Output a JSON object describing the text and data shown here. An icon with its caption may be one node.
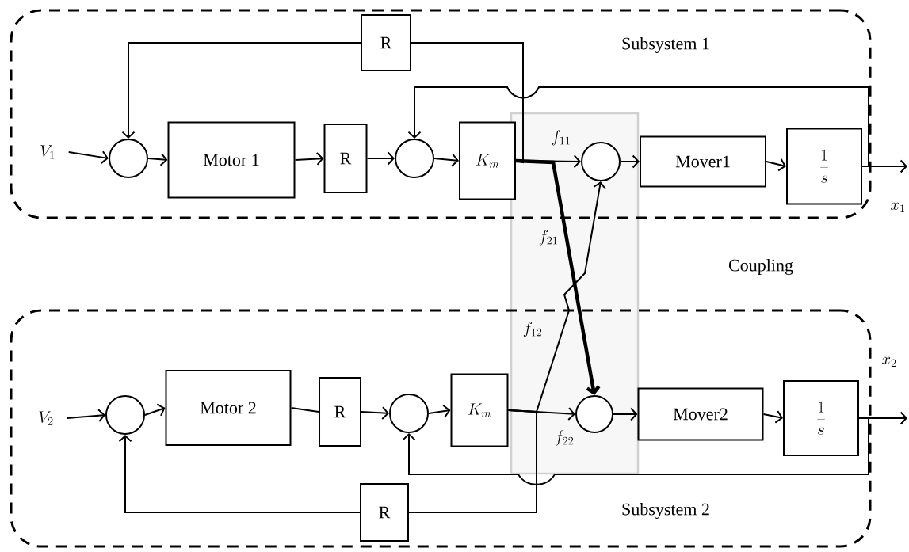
{
  "diagram": {
    "nodes": [
      {
        "text": [
          "Subsystem 1"
        ]
      },
      {
        "text": [
          "R"
        ],
        "in": 0
      },
      {
        "text": [
          "V_1"
        ],
        "in": 0
      },
      {
        "text": [],
        "shape": "circle",
        "in": 0
      },
      {
        "text": [
          "Motor 1"
        ],
        "in": 0
      },
      {
        "text": [
          "R"
        ],
        "in": 0
      },
      {
        "text": [],
        "shape": "circle",
        "in": 0
      },
      {
        "text": [
          "K_m"
        ],
        "in": 0
      },
      {
        "text": [],
        "shape": "circle",
        "in": 0
      },
      {
        "text": [
          "Mover1"
        ],
        "in": 0
      },
      {
        "text": [
          "\\frac{1}{s}"
        ],
        "in": 0
      },
      {
        "text": [
          "Subsystem 2"
        ]
      },
      {
        "text": [
          "V_2"
        ],
        "in": 11
      },
      {
        "text": [],
        "shape": "circle",
        "in": 11
      },
      {
        "text": [
          "Motor 2"
        ],
        "in": 11
      },
      {
        "text": [
          "R"
        ],
        "in": 11
      },
      {
        "text": [],
        "shape": "circle",
        "in": 11
      },
      {
        "text": [
          "K_m"
        ],
        "in": 11
      },
      {
        "text": [],
        "shape": "circle",
        "in": 11
      },
      {
        "text": [
          "Mover2"
        ],
        "in": 11
      },
      {
        "text": [
          "\\frac{1}{s}"
        ],
        "in": 11
      },
      {
        "text": [
          "R"
        ],
        "in": 11
      }
    ],
    "edges": [
      {
        "from": 2,
        "to": 3,
        "arrow": "to"
      },
      {
        "from": 3,
        "to": 4,
        "arrow": "to"
      },
      {
        "from": 4,
        "to": 5,
        "arrow": "to"
      },
      {
        "from": 5,
        "to": 6,
        "arrow": "to"
      },
      {
        "from": 6,
        "to": 7,
        "arrow": "to"
      },
      {
        "from": 7,
        "to": 8,
        "arrow": "to",
        "label": "f_{11}"
      },
      {
        "from": 8,
        "to": 9,
        "arrow": "to"
      },
      {
        "from": 9,
        "to": 10,
        "arrow": "to"
      },
      {
        "from": 10,
        "to": null,
        "arrow": "to"
      },
      {
        "from": 7,
        "to": 1,
        "arrow": "none"
      },
      {
        "from": 1,
        "to": 3,
        "arrow": "to"
      },
      {
        "from": 10,
        "to": 6,
        "arrow": "to"
      },
      {
        "from": 7,
        "to": 18,
        "arrow": "to",
        "label": "f_{21}",
        "style": "thick"
      },
      {
        "from": 12,
        "to": 13,
        "arrow": "to"
      },
      {
        "from": 13,
        "to": 14,
        "arrow": "to"
      },
      {
        "from": 14,
        "to": 15,
        "arrow": "none"
      },
      {
        "from": 15,
        "to": 16,
        "arrow": "to"
      },
      {
        "from": 16,
        "to": 17,
        "arrow": "to"
      },
      {
        "from": 17,
        "to": 18,
        "arrow": "to",
        "label": "f_{22}"
      },
      {
        "from": 18,
        "to": 19,
        "arrow": "to"
      },
      {
        "from": 19,
        "to": 20,
        "arrow": "to"
      },
      {
        "from": 20,
        "to": null,
        "arrow": "to"
      },
      {
        "from": 17,
        "to": 8,
        "arrow": "to",
        "label": "f_{12}"
      },
      {
        "from": 17,
        "to": 21,
        "arrow": "none"
      },
      {
        "from": 21,
        "to": 13,
        "arrow": "to"
      },
      {
        "from": 20,
        "to": 16,
        "arrow": "to"
      }
    ],
    "labels": [
      "Coupling",
      "x_1",
      "x_2"
    ]
  }
}
